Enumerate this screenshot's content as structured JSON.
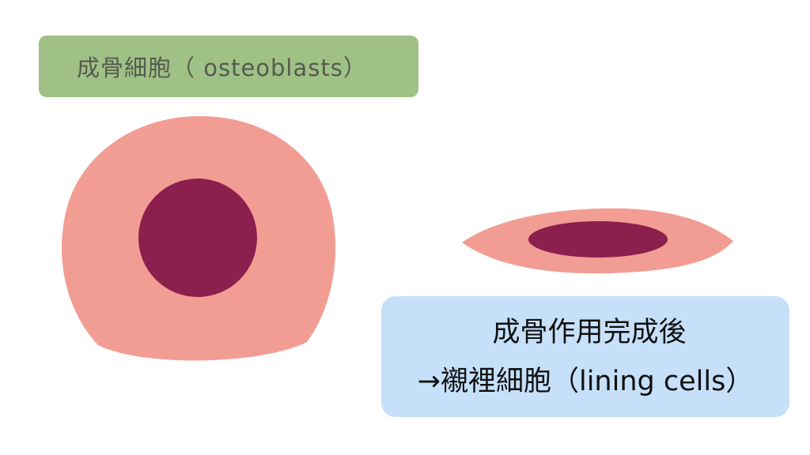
{
  "osteoblast_label": "成骨細胞（ osteoblasts）",
  "lining_label": {
    "line1": "成骨作用完成後",
    "line2": "→襯裡細胞（lining cells）"
  },
  "colors": {
    "cytoplasm": "#f29d93",
    "nucleus": "#8b1f4e",
    "osteoblast_label_bg": "#9fc185",
    "lining_label_bg": "#c6e0f9"
  }
}
